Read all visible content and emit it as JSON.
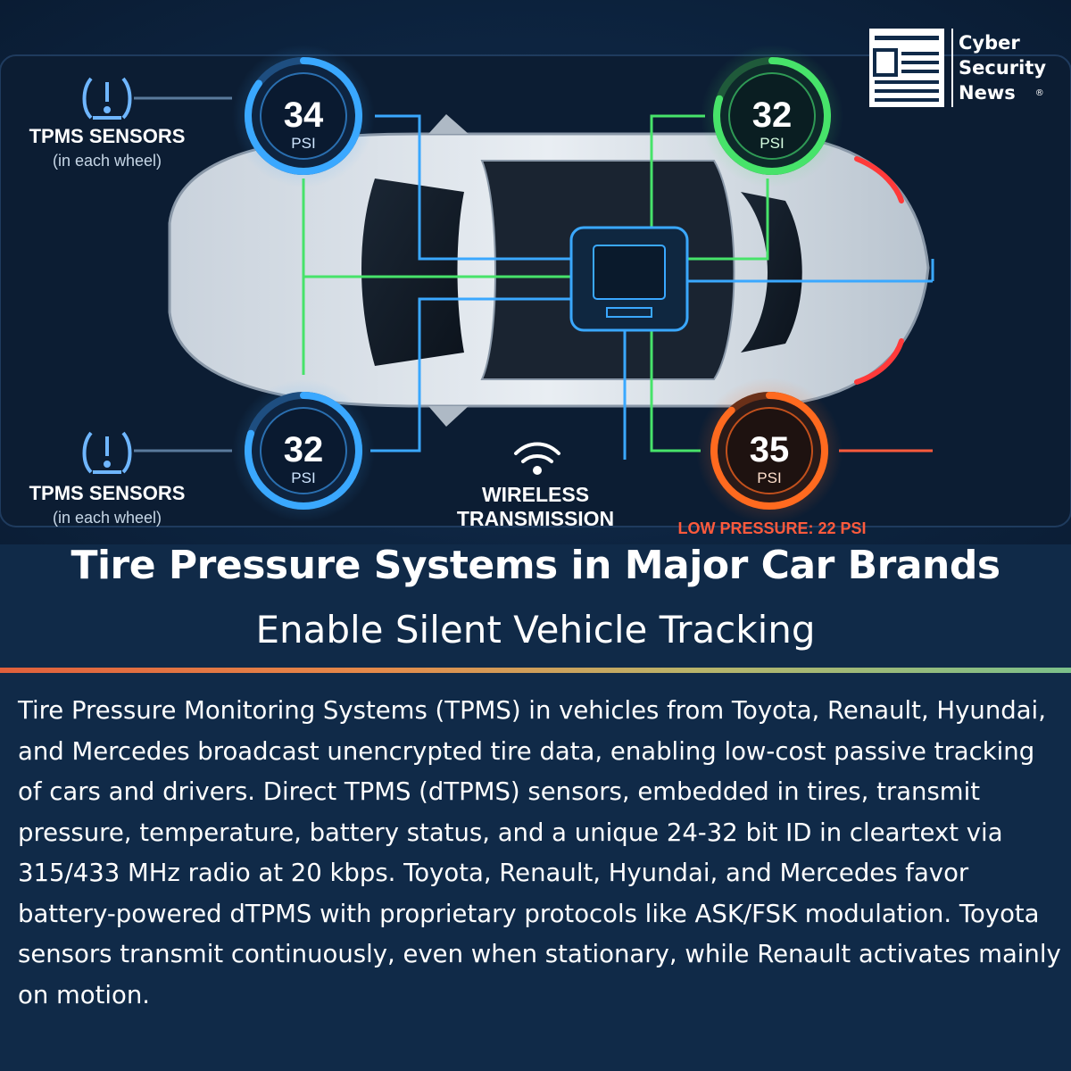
{
  "brand": {
    "line1": "Cyber",
    "line2": "Security",
    "line3": "News",
    "registered": "®"
  },
  "illustration": {
    "sensor_label_top": "TPMS SENSORS",
    "sensor_sub_top": "(in each wheel)",
    "sensor_label_bottom": "TPMS SENSORS",
    "sensor_sub_bottom": "(in each wheel)",
    "wireless_line1": "WIRELESS",
    "wireless_line2": "TRANSMISSION",
    "low_pressure": "LOW PRESSURE: 22 PSI",
    "unit": "PSI",
    "tires": {
      "front_left": {
        "value": "34",
        "level": 0.85,
        "color": "#3aa8ff"
      },
      "rear_left": {
        "value": "32",
        "level": 0.8,
        "color": "#3aa8ff"
      },
      "front_right": {
        "value": "32",
        "level": 0.8,
        "color": "#47e36a"
      },
      "rear_right": {
        "value": "35",
        "level": 0.88,
        "color": "#ff6a1f"
      }
    },
    "colors": {
      "blue": "#3aa8ff",
      "green": "#47e36a",
      "orange": "#ff6a1f",
      "warning_red": "#ff5a3c"
    }
  },
  "headline": {
    "title": "Tire Pressure Systems in Major Car Brands",
    "subtitle": "Enable Silent Vehicle Tracking"
  },
  "article": {
    "body": "Tire Pressure Monitoring Systems (TPMS) in vehicles from Toyota, Renault, Hyundai, and Mercedes broadcast unencrypted tire data, enabling low-cost passive tracking of cars and drivers. Direct TPMS (dTPMS) sensors, embedded in tires, transmit pressure, temperature, battery status, and a unique 24-32 bit ID in cleartext via 315/433 MHz radio at 20 kbps. Toyota, Renault, Hyundai, and Mercedes favor battery-powered dTPMS with proprietary protocols like ASK/FSK modulation. Toyota sensors transmit continuously, even when stationary, while Renault activates mainly on motion."
  }
}
